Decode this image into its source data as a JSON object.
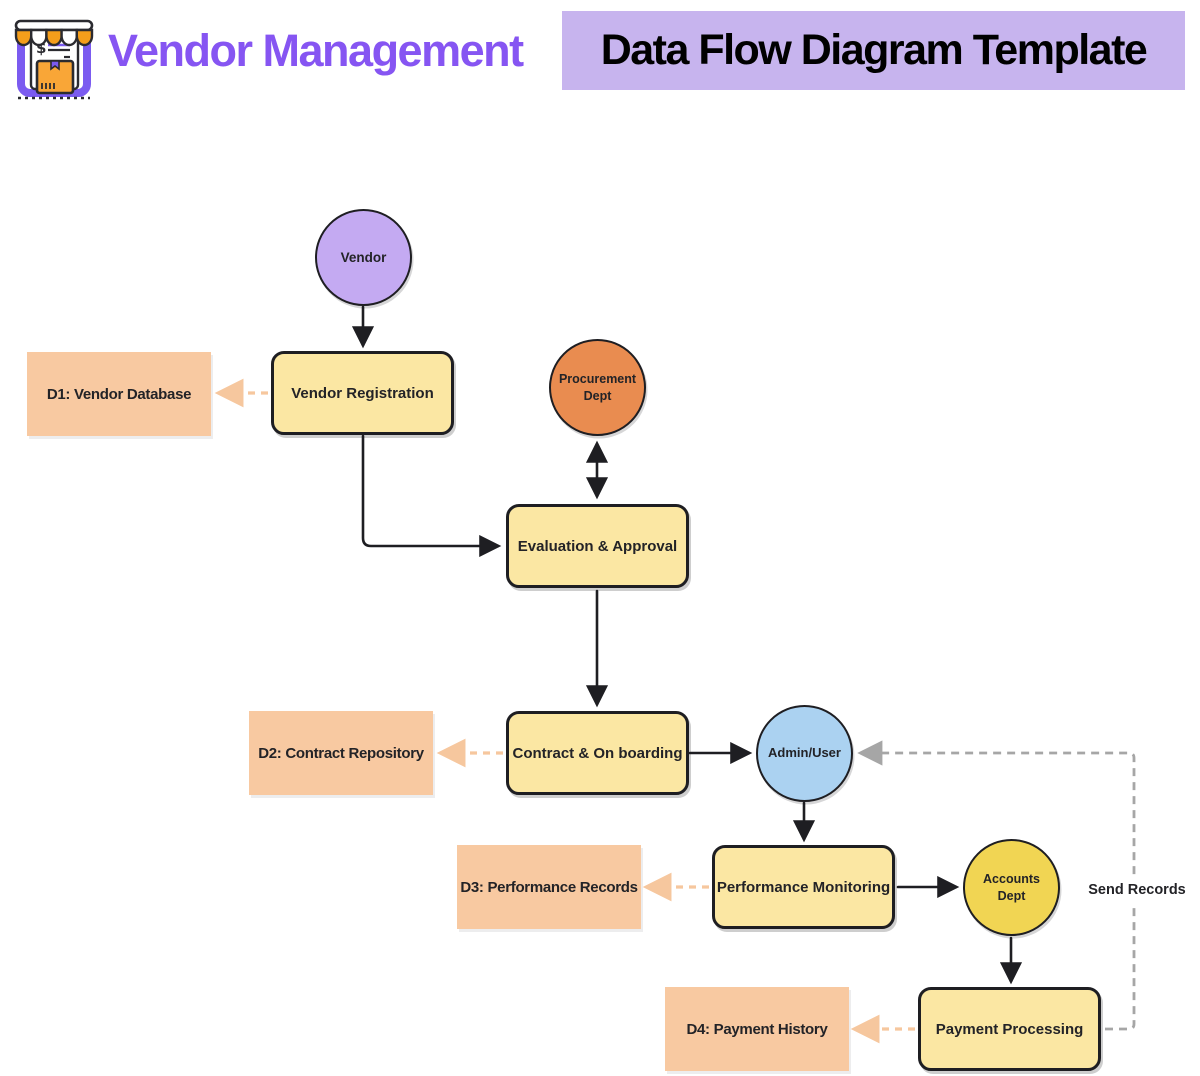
{
  "header": {
    "icon": "storefront-icon",
    "brand": "Vendor Management",
    "banner_title": "Data Flow Diagram Template",
    "colors": {
      "brand_text": "#8655F2",
      "banner_bg": "#C7B4EE",
      "banner_text": "#1E1E22"
    }
  },
  "diagram": {
    "colors": {
      "connector": "#1E1E22",
      "datastore_connector": "#F6C79E",
      "records_connector": "#A6A6A6"
    },
    "nodes": {
      "vendor": {
        "label": "Vendor",
        "shape": "circle",
        "fill": "#C4AAF2"
      },
      "procurement_dept": {
        "label": "Procurement Dept",
        "shape": "circle",
        "fill": "#E98C50"
      },
      "admin_user": {
        "label": "Admin/User",
        "shape": "circle",
        "fill": "#ABD2F1"
      },
      "accounts_dept": {
        "label": "Accounts Dept",
        "shape": "circle",
        "fill": "#F1D553"
      },
      "vendor_registration": {
        "label": "Vendor Registration",
        "shape": "process",
        "fill": "#FBE7A3"
      },
      "evaluation_approval": {
        "label": "Evaluation & Approval",
        "shape": "process",
        "fill": "#FBE7A3"
      },
      "contract_onboarding": {
        "label": "Contract & On boarding",
        "shape": "process",
        "fill": "#FBE7A3"
      },
      "performance_monitoring": {
        "label": "Performance Monitoring",
        "shape": "process",
        "fill": "#FBE7A3"
      },
      "payment_processing": {
        "label": "Payment Processing",
        "shape": "process",
        "fill": "#FBE7A3"
      },
      "d1_vendor_database": {
        "label": "D1: Vendor Database",
        "shape": "datastore",
        "fill": "#F8C9A1"
      },
      "d2_contract_repository": {
        "label": "D2: Contract Repository",
        "shape": "datastore",
        "fill": "#F8C9A1"
      },
      "d3_performance_records": {
        "label": "D3: Performance Records",
        "shape": "datastore",
        "fill": "#F8C9A1"
      },
      "d4_payment_history": {
        "label": "D4: Payment History",
        "shape": "datastore",
        "fill": "#F8C9A1"
      }
    },
    "edge_labels": {
      "send_records": "Send Records"
    }
  }
}
